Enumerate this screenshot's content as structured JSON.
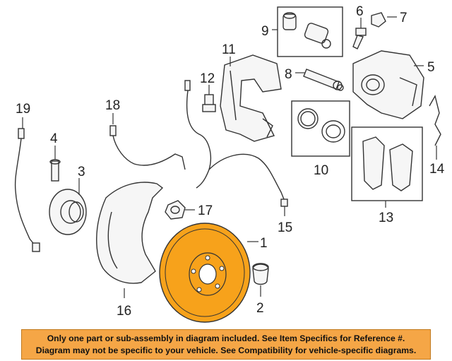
{
  "callouts": {
    "c1": "1",
    "c2": "2",
    "c3": "3",
    "c4": "4",
    "c5": "5",
    "c6": "6",
    "c7": "7",
    "c8": "8",
    "c9": "9",
    "c10": "10",
    "c11": "11",
    "c12": "12",
    "c13": "13",
    "c14": "14",
    "c15": "15",
    "c16": "16",
    "c17": "17",
    "c18": "18",
    "c19": "19"
  },
  "highlight_color": "#f7a21b",
  "banner": {
    "line1": "Only one part or sub-assembly in diagram included. See Item Specifics for Reference #.",
    "line2": "Diagram may not be specific to your vehicle. See Compatibility for vehicle-specific diagrams.",
    "color": "#f5a646"
  }
}
